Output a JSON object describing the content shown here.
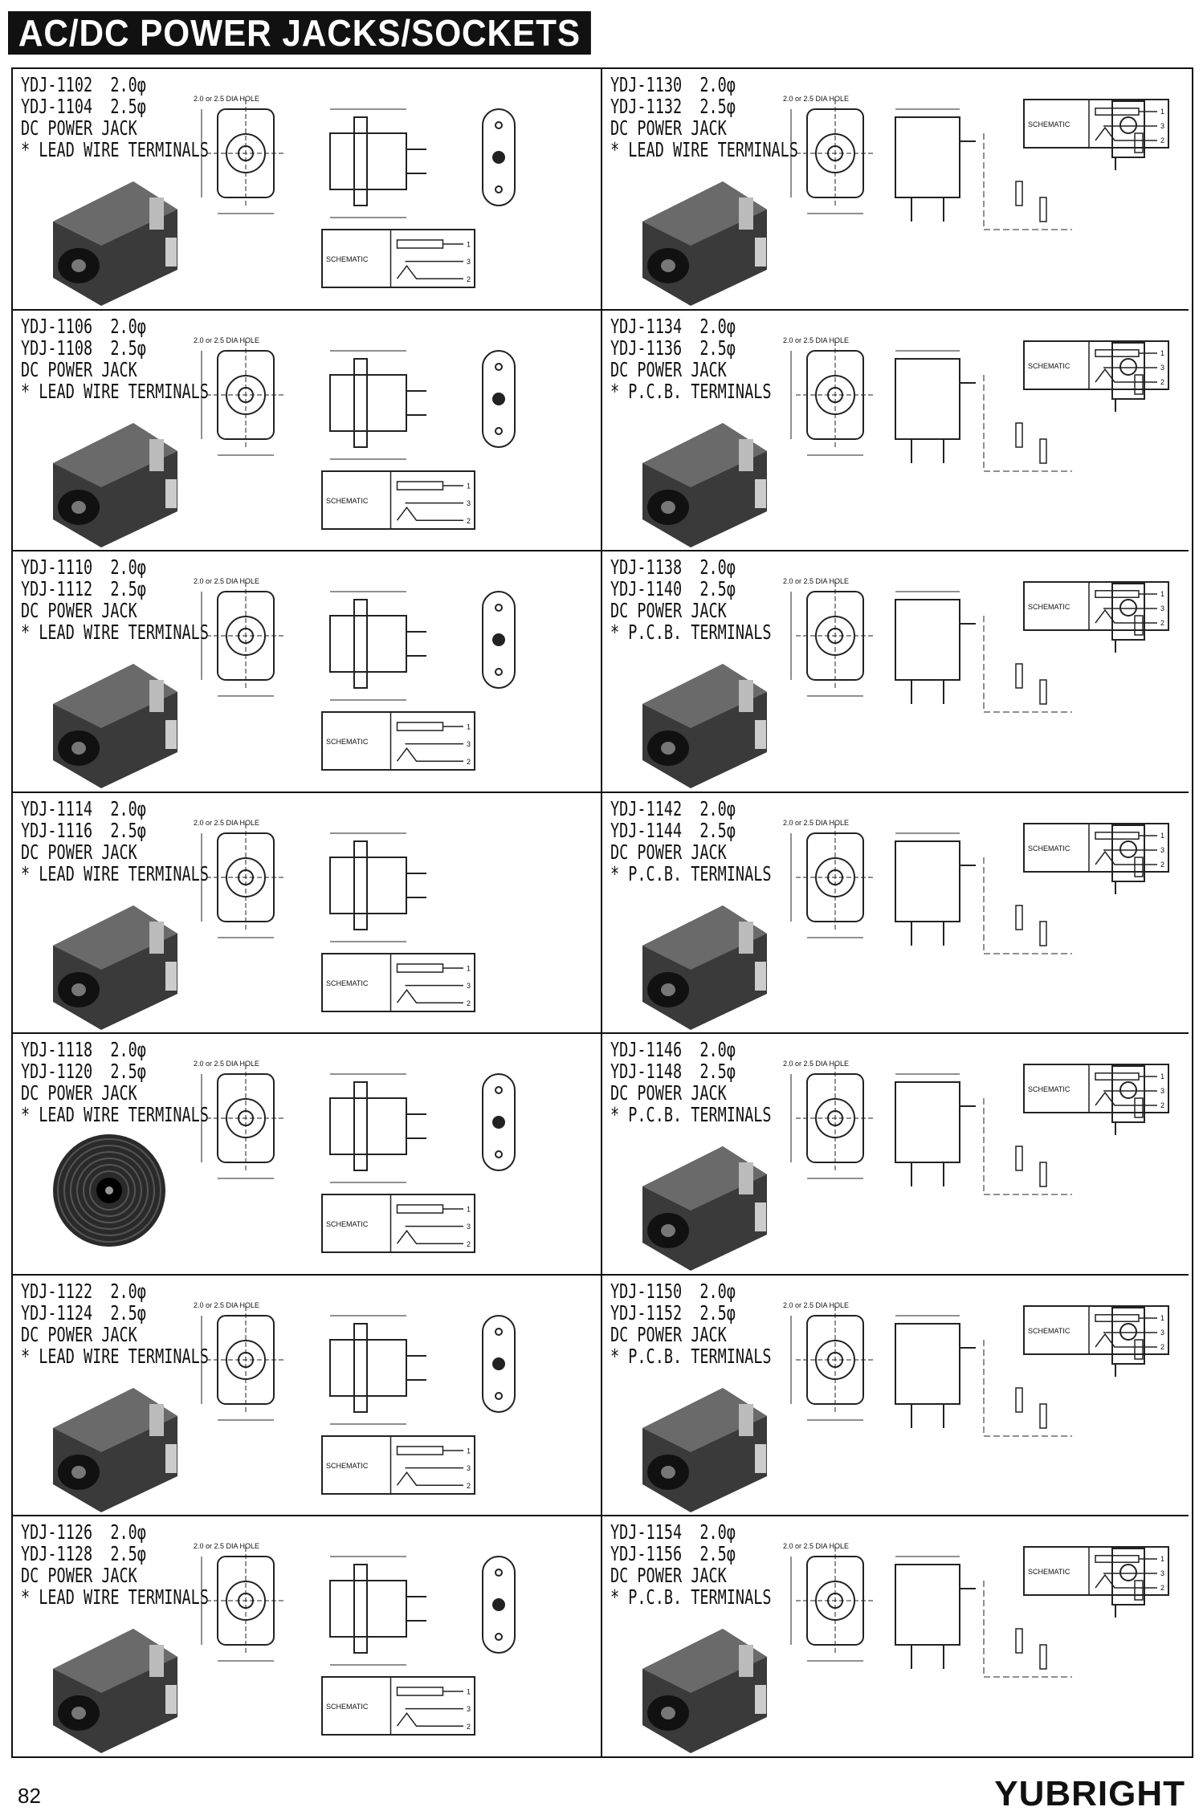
{
  "header": {
    "title": "AC/DC POWER JACKS/SOCKETS"
  },
  "footer": {
    "page_number": "82",
    "brand": "YUBRIGHT"
  },
  "labels": {
    "schematic": "SCHEMATIC",
    "dia_hole": "DIA HOLE",
    "hole_spec": "2.0 or 2.5"
  },
  "products": [
    {
      "line1": "YDJ-1102  2.0φ",
      "line2": "YDJ-1104  2.5φ",
      "line3": "DC POWER JACK",
      "line4": "* LEAD WIRE TERMINALS"
    },
    {
      "line1": "YDJ-1130  2.0φ",
      "line2": "YDJ-1132  2.5φ",
      "line3": "DC POWER JACK",
      "line4": "* LEAD WIRE TERMINALS"
    },
    {
      "line1": "YDJ-1106  2.0φ",
      "line2": "YDJ-1108  2.5φ",
      "line3": "DC POWER JACK",
      "line4": "* LEAD WIRE TERMINALS"
    },
    {
      "line1": "YDJ-1134  2.0φ",
      "line2": "YDJ-1136  2.5φ",
      "line3": "DC POWER JACK",
      "line4": "* P.C.B. TERMINALS"
    },
    {
      "line1": "YDJ-1110  2.0φ",
      "line2": "YDJ-1112  2.5φ",
      "line3": "DC POWER JACK",
      "line4": "* LEAD WIRE TERMINALS"
    },
    {
      "line1": "YDJ-1138  2.0φ",
      "line2": "YDJ-1140  2.5φ",
      "line3": "DC POWER JACK",
      "line4": "* P.C.B. TERMINALS"
    },
    {
      "line1": "YDJ-1114  2.0φ",
      "line2": "YDJ-1116  2.5φ",
      "line3": "DC POWER JACK",
      "line4": "* LEAD WIRE TERMINALS"
    },
    {
      "line1": "YDJ-1142  2.0φ",
      "line2": "YDJ-1144  2.5φ",
      "line3": "DC POWER JACK",
      "line4": "* P.C.B. TERMINALS"
    },
    {
      "line1": "YDJ-1118  2.0φ",
      "line2": "YDJ-1120  2.5φ",
      "line3": "DC POWER JACK",
      "line4": "* LEAD WIRE TERMINALS"
    },
    {
      "line1": "YDJ-1146  2.0φ",
      "line2": "YDJ-1148  2.5φ",
      "line3": "DC POWER JACK",
      "line4": "* P.C.B. TERMINALS"
    },
    {
      "line1": "YDJ-1122  2.0φ",
      "line2": "YDJ-1124  2.5φ",
      "line3": "DC POWER JACK",
      "line4": "* LEAD WIRE TERMINALS"
    },
    {
      "line1": "YDJ-1150  2.0φ",
      "line2": "YDJ-1152  2.5φ",
      "line3": "DC POWER JACK",
      "line4": "* P.C.B. TERMINALS"
    },
    {
      "line1": "YDJ-1126  2.0φ",
      "line2": "YDJ-1128  2.5φ",
      "line3": "DC POWER JACK",
      "line4": "* LEAD WIRE TERMINALS"
    },
    {
      "line1": "YDJ-1154  2.0φ",
      "line2": "YDJ-1156  2.5φ",
      "line3": "DC POWER JACK",
      "line4": "* P.C.B. TERMINALS"
    }
  ]
}
